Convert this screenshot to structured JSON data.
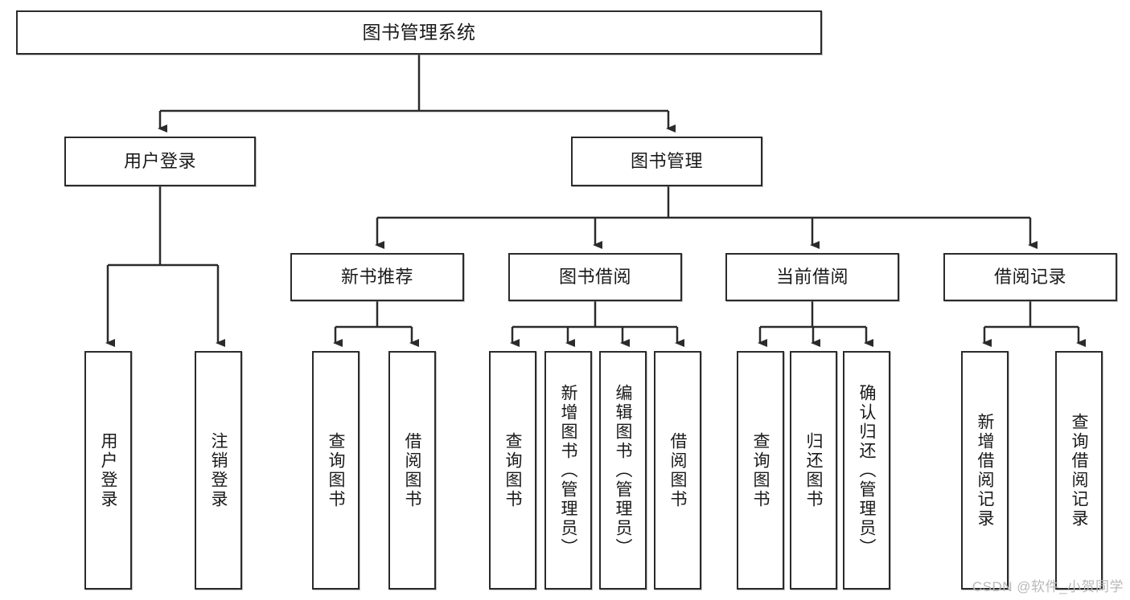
{
  "diagram": {
    "type": "tree-hierarchy",
    "title": "图书管理系统",
    "watermark": "CSDN @软件_小贺同学",
    "colors": {
      "box_border": "#2b2b2b",
      "box_fill": "#ffffff",
      "edge": "#2b2b2b",
      "text": "#1a1a1a",
      "watermark": "#b9b9b9",
      "background": "#ffffff"
    },
    "nodes": {
      "root": {
        "label": "图书管理系统"
      },
      "level1": [
        {
          "label": "用户登录"
        },
        {
          "label": "图书管理"
        }
      ],
      "level2": [
        {
          "label": "新书推荐"
        },
        {
          "label": "图书借阅"
        },
        {
          "label": "当前借阅"
        },
        {
          "label": "借阅记录"
        }
      ],
      "leaves": {
        "user_login": [
          {
            "label": "用户登录"
          },
          {
            "label": "注销登录"
          }
        ],
        "new_book_recommend": [
          {
            "label": "查询图书"
          },
          {
            "label": "借阅图书"
          }
        ],
        "book_borrow": [
          {
            "label": "查询图书"
          },
          {
            "label": "新增图书（管理员）"
          },
          {
            "label": "编辑图书（管理员）"
          },
          {
            "label": "借阅图书"
          }
        ],
        "current_borrow": [
          {
            "label": "查询图书"
          },
          {
            "label": "归还图书"
          },
          {
            "label": "确认归还（管理员）"
          }
        ],
        "borrow_record": [
          {
            "label": "新增借阅记录"
          },
          {
            "label": "查询借阅记录"
          }
        ]
      }
    }
  }
}
